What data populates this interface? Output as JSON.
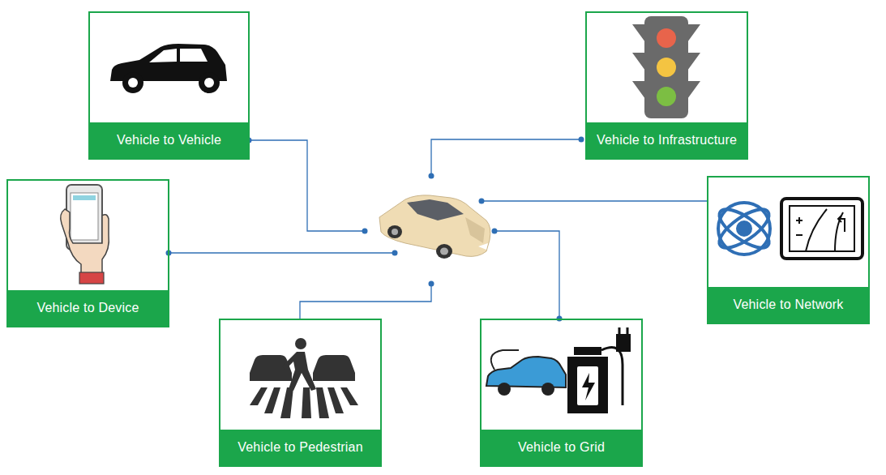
{
  "diagram": {
    "nodes": [
      {
        "text": [
          "Vehicle to Vehicle"
        ]
      },
      {
        "text": [
          "Vehicle to Infrastructure"
        ]
      },
      {
        "text": [
          "Vehicle to Device"
        ]
      },
      {
        "text": [
          "Vehicle to Network"
        ]
      },
      {
        "text": [
          "Vehicle to Pedestrian"
        ]
      },
      {
        "text": [
          "Vehicle to Grid"
        ]
      }
    ]
  }
}
